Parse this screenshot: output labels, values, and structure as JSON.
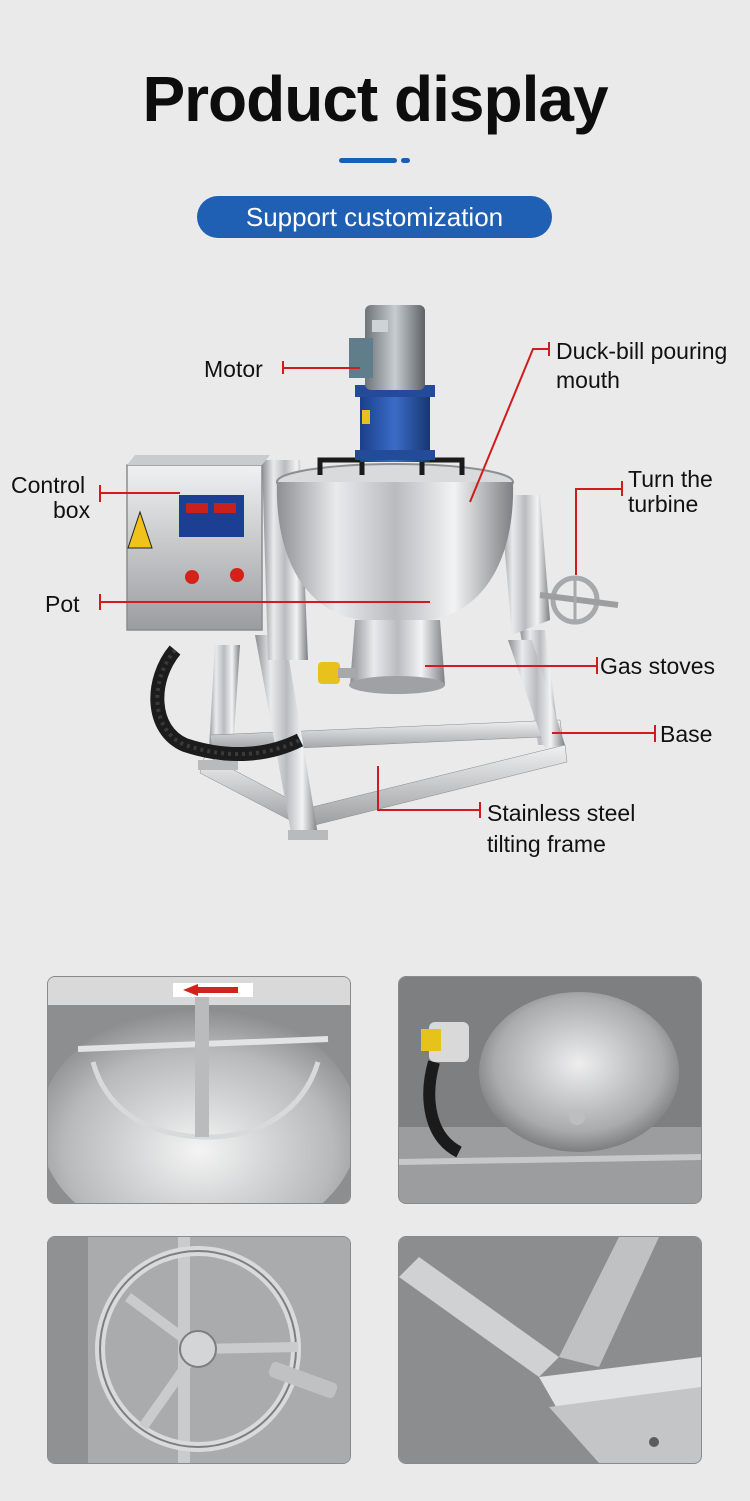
{
  "header": {
    "title": "Product display",
    "subtitle": "Support customization"
  },
  "callouts": {
    "motor": "Motor",
    "duck_bill_line1": "Duck-bill pouring",
    "duck_bill_line2": "mouth",
    "control_box_line1": "Control",
    "control_box_line2": "box",
    "turn_turbine_line1": "Turn the",
    "turn_turbine_line2": "turbine",
    "pot": "Pot",
    "gas_stoves": "Gas stoves",
    "base": "Base",
    "frame_line1": "Stainless steel",
    "frame_line2": "tilting frame"
  },
  "colors": {
    "accent_blue": "#1f5fb4",
    "callout_red": "#d01c1c",
    "background": "#eaeaea"
  },
  "detail_photos": [
    {
      "subject": "pot interior with stirring paddle"
    },
    {
      "subject": "pot bottom with gas burner"
    },
    {
      "subject": "hand wheel for tilting"
    },
    {
      "subject": "welded stainless steel frame corner"
    }
  ]
}
